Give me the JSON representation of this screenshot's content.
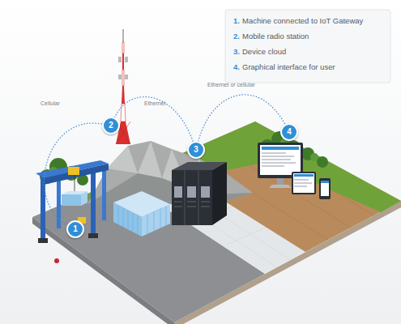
{
  "diagram": {
    "nodes": [
      {
        "text": [
          "1"
        ]
      },
      {
        "text": [
          "2"
        ]
      },
      {
        "text": [
          "3"
        ]
      },
      {
        "text": [
          "4"
        ]
      }
    ],
    "edges": [
      {
        "from": 0,
        "to": 1,
        "label": "Cellular",
        "arrow": "none"
      },
      {
        "from": 1,
        "to": 2,
        "label": "Ethernet",
        "arrow": "none"
      },
      {
        "from": 2,
        "to": 3,
        "label": "Ethernet or cellular",
        "arrow": "none"
      }
    ],
    "labels": [
      "1.",
      "Machine connected to IoT Gateway",
      "2.",
      "Mobile radio station",
      "3.",
      "Device cloud",
      "4.",
      "Graphical interface for user"
    ]
  }
}
